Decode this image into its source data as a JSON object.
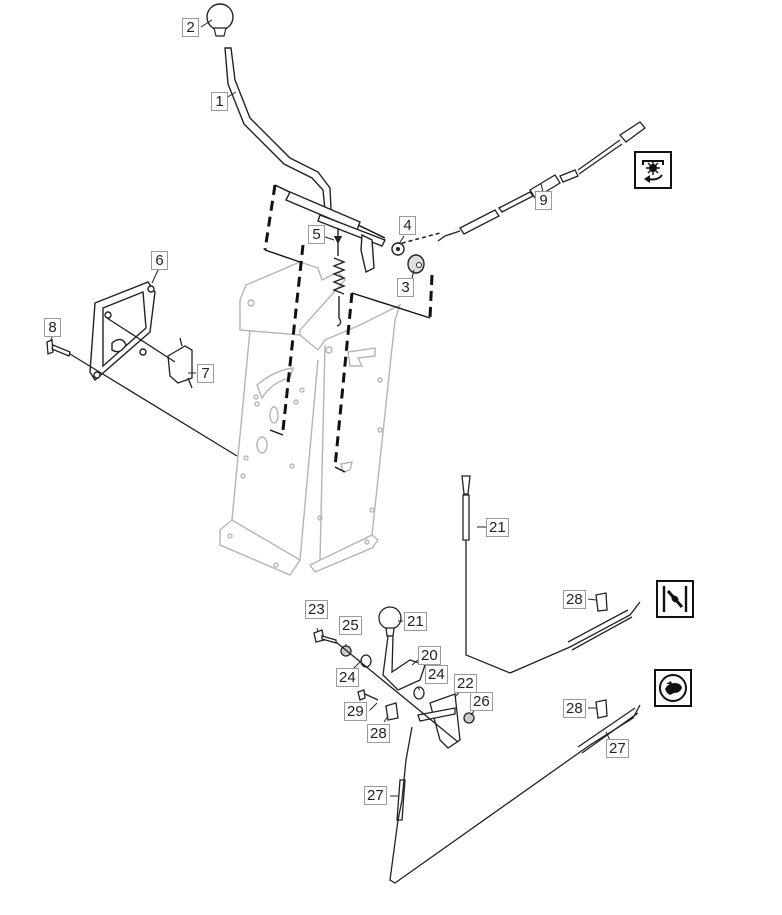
{
  "title": "Gear shift lever and control cables - exploded parts diagram",
  "callouts": [
    {
      "id": "c1",
      "label": "1"
    },
    {
      "id": "c2",
      "label": "2"
    },
    {
      "id": "c3",
      "label": "3"
    },
    {
      "id": "c4",
      "label": "4"
    },
    {
      "id": "c5",
      "label": "5"
    },
    {
      "id": "c6",
      "label": "6"
    },
    {
      "id": "c7",
      "label": "7"
    },
    {
      "id": "c8",
      "label": "8"
    },
    {
      "id": "c9",
      "label": "9"
    },
    {
      "id": "c21a",
      "label": "21"
    },
    {
      "id": "c21b",
      "label": "21"
    },
    {
      "id": "c23",
      "label": "23"
    },
    {
      "id": "c25",
      "label": "25"
    },
    {
      "id": "c24a",
      "label": "24"
    },
    {
      "id": "c20",
      "label": "20"
    },
    {
      "id": "c24b",
      "label": "24"
    },
    {
      "id": "c22",
      "label": "22"
    },
    {
      "id": "c26",
      "label": "26"
    },
    {
      "id": "c29",
      "label": "29"
    },
    {
      "id": "c28a",
      "label": "28"
    },
    {
      "id": "c28b",
      "label": "28"
    },
    {
      "id": "c28c",
      "label": "28"
    },
    {
      "id": "c27a",
      "label": "27"
    },
    {
      "id": "c27b",
      "label": "27"
    }
  ],
  "icons": {
    "pto_engage": "pto-engage-icon",
    "choke": "choke-icon",
    "throttle_fast": "throttle-rabbit-icon"
  },
  "colors": {
    "line": "#222222",
    "frame": "#b5b5b5",
    "callout_border": "#9a9a9a"
  }
}
